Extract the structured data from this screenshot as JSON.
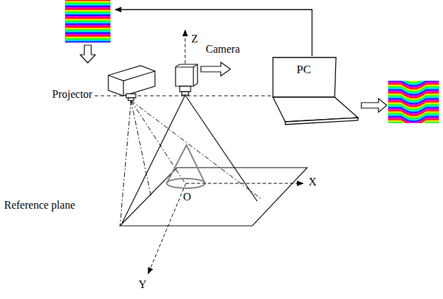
{
  "diagram": {
    "nodes": [
      {
        "text": [
          "PC"
        ]
      }
    ],
    "labels": [
      "Z",
      "Camera",
      "Projector",
      "Reference plane",
      "O",
      "X",
      "Y"
    ]
  }
}
